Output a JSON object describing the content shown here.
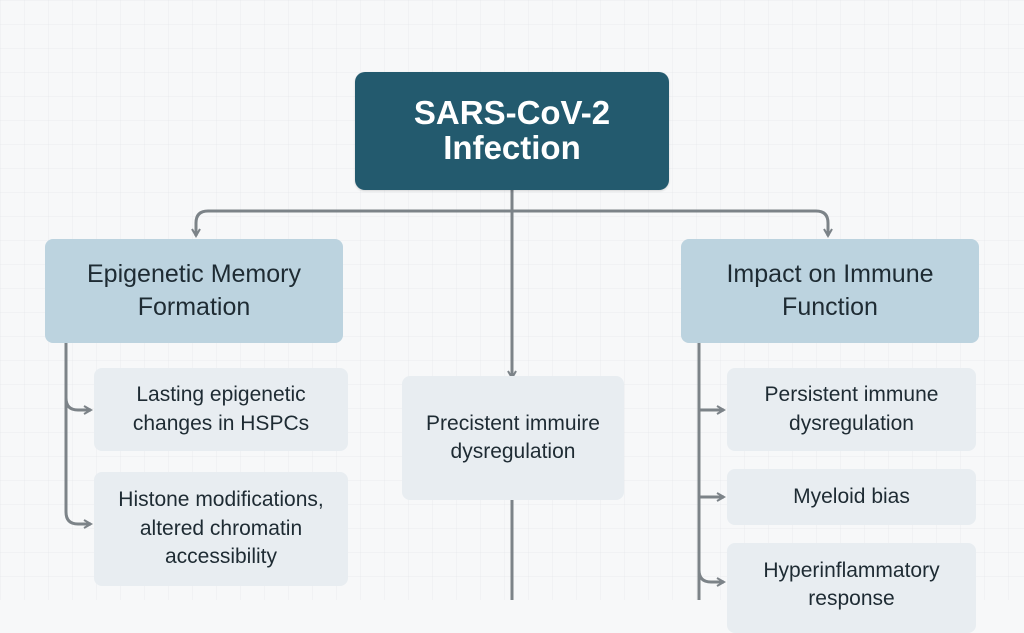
{
  "diagram": {
    "root": {
      "label": "SARS-CoV-2 Infection"
    },
    "left_branch": {
      "header": "Epigenetic Memory Formation",
      "items": [
        "Lasting epigenetic changes in HSPCs",
        "Histone modifications, altered chromatin accessibility"
      ]
    },
    "center_branch": {
      "items": [
        "Precistent immuire dysregulation"
      ]
    },
    "right_branch": {
      "header": "Impact on Immune Function",
      "items": [
        "Persistent immune dysregulation",
        "Myeloid bias",
        "Hyperinflammatory response"
      ]
    },
    "colors": {
      "root_fill": "#235a6e",
      "header_fill": "#bcd3df",
      "leaf_fill": "#e8edf1",
      "connector": "#7c8388"
    }
  }
}
